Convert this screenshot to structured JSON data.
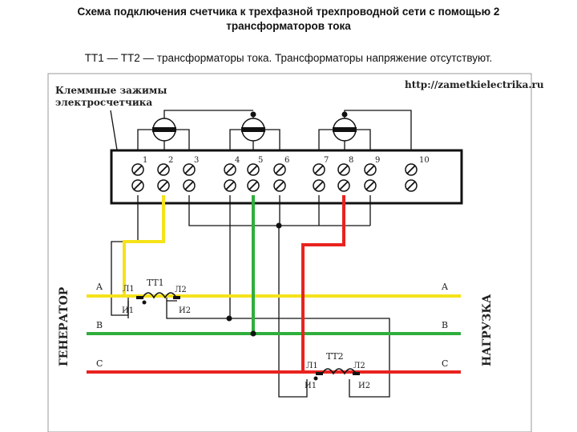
{
  "heading": {
    "title_line1": "Схема подключения счетчика к трехфазной трехпроводной сети с помощью 2",
    "title_line2": "трансформаторов тока",
    "subtitle": "ТТ1 — ТТ2 — трансформаторы тока. Трансформаторы напряжение отсутствуют."
  },
  "diagram": {
    "meter_label_line1": "Клеммные зажимы",
    "meter_label_line2": "электросчетчика",
    "url": "http://zametkielectrika.ru",
    "terminals": [
      "1",
      "2",
      "3",
      "4",
      "5",
      "6",
      "7",
      "8",
      "9",
      "10"
    ],
    "generator_label": "ГЕНЕРАТОР",
    "load_label": "НАГРУЗКА",
    "phases": [
      {
        "name": "A",
        "color": "#f5e21a"
      },
      {
        "name": "B",
        "color": "#2fae3c"
      },
      {
        "name": "C",
        "color": "#e8231f"
      }
    ],
    "ct1": {
      "name": "ТТ1",
      "l1": "Л1",
      "l2": "Л2",
      "i1": "И1",
      "i2": "И2"
    },
    "ct2": {
      "name": "ТТ2",
      "l1": "Л1",
      "l2": "Л2",
      "i1": "И1",
      "i2": "И2"
    }
  }
}
